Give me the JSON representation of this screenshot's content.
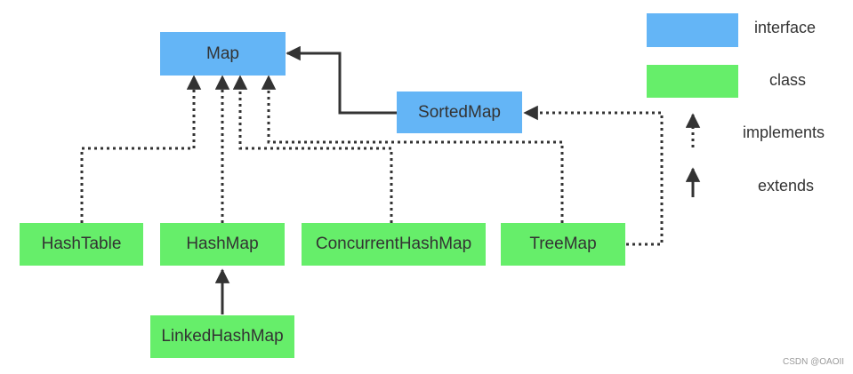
{
  "colors": {
    "interface": "#64b5f6",
    "class": "#66ee6a",
    "edge": "#333333"
  },
  "nodes": {
    "map": {
      "label": "Map",
      "kind": "interface"
    },
    "sorted_map": {
      "label": "SortedMap",
      "kind": "interface"
    },
    "hash_table": {
      "label": "HashTable",
      "kind": "class"
    },
    "hash_map": {
      "label": "HashMap",
      "kind": "class"
    },
    "concurrent_hash_map": {
      "label": "ConcurrentHashMap",
      "kind": "class"
    },
    "tree_map": {
      "label": "TreeMap",
      "kind": "class"
    },
    "linked_hash_map": {
      "label": "LinkedHashMap",
      "kind": "class"
    }
  },
  "edges": [
    {
      "from": "sorted_map",
      "to": "map",
      "relation": "extends"
    },
    {
      "from": "hash_table",
      "to": "map",
      "relation": "implements"
    },
    {
      "from": "hash_map",
      "to": "map",
      "relation": "implements"
    },
    {
      "from": "concurrent_hash_map",
      "to": "map",
      "relation": "implements"
    },
    {
      "from": "tree_map",
      "to": "map",
      "relation": "implements"
    },
    {
      "from": "tree_map",
      "to": "sorted_map",
      "relation": "implements"
    },
    {
      "from": "linked_hash_map",
      "to": "hash_map",
      "relation": "extends"
    }
  ],
  "legend": {
    "interface_label": "interface",
    "class_label": "class",
    "implements_label": "implements",
    "extends_label": "extends"
  },
  "watermark": "CSDN @OAOII"
}
